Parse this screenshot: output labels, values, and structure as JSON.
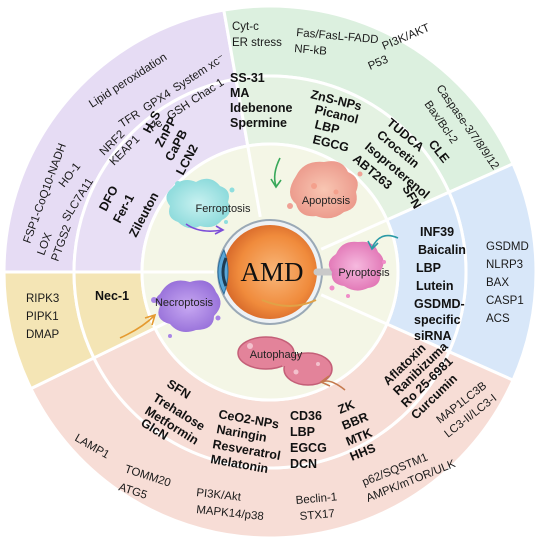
{
  "center": {
    "label": "AMD"
  },
  "modes": {
    "ferroptosis": "Ferroptosis",
    "apoptosis": "Apoptosis",
    "pyroptosis": "Pyroptosis",
    "autophagy": "Autophagy",
    "necroptosis": "Necroptosis"
  },
  "drugs": {
    "ferroptosis": [
      "H₂S",
      "ZnPP",
      "CaPB",
      "LCN2",
      "DFO",
      "Fer-1",
      "Zileuton"
    ],
    "apoptosis": [
      "SS-31",
      "MA",
      "Idebenone",
      "Spermine",
      "ZnS-NPs",
      "Picanol",
      "LBP",
      "EGCG",
      "TUDCA",
      "Crocetin",
      "Isoproterenol",
      "ABT263",
      "CLE",
      "SFN"
    ],
    "pyroptosis": [
      "INF39",
      "Baicalin",
      "LBP",
      "Lutein",
      "GSDMD-",
      "specific",
      "siRNA"
    ],
    "autophagy": [
      "SFN",
      "Trehalose",
      "Metformin",
      "GlcN",
      "CeO2-NPs",
      "Naringin",
      "Resveratrol",
      "Melatonin",
      "CD36",
      "LBP",
      "EGCG",
      "DCN",
      "ZK",
      "BBR",
      "MTK",
      "HHS",
      "Aflatoxin",
      "Ranibizuma",
      "Ro 25-6981",
      "Curcumin"
    ],
    "necroptosis": [
      "Nec-1"
    ]
  },
  "targets": {
    "ferroptosis": [
      "Lipid peroxidation",
      "NRF2",
      "TFR",
      "GPX4",
      "System xc⁻",
      "HO-1",
      "SLC7A11",
      "KEAP1",
      "Fe",
      "GSH",
      "Chac 1",
      "FSP1-CoQ10-NADH",
      "LOX",
      "PTGS2"
    ],
    "apoptosis": [
      "Cyt-c",
      "ER stress",
      "Fas/FasL-FADD",
      "NF-kB",
      "PI3K/AKT",
      "P53",
      "Caspase-3/7/8/9/12",
      "Bax/Bcl-2"
    ],
    "pyroptosis": [
      "GSDMD",
      "NLRP3",
      "BAX",
      "CASP1",
      "ACS"
    ],
    "autophagy": [
      "LAMP1",
      "TOMM20",
      "ATG5",
      "PI3K/Akt",
      "MAPK14/p38",
      "Beclin-1",
      "STX17",
      "p62/SQSTM1",
      "AMPK/mTOR/ULK",
      "MAP1LC3B",
      "LC3-II/LC3-I"
    ],
    "necroptosis": [
      "RIPK3",
      "PIPK1",
      "DMAP"
    ]
  },
  "colors": {
    "ferroptosis_outer": "#e6dcf4",
    "ferroptosis_mid": "#e8dff5",
    "apoptosis_outer": "#dcf0df",
    "apoptosis_mid": "#e4f2e2",
    "pyroptosis": "#d8e7f9",
    "autophagy": "#f7ddd6",
    "necroptosis": "#f4e5b5",
    "inner": "#f4f6e6"
  }
}
